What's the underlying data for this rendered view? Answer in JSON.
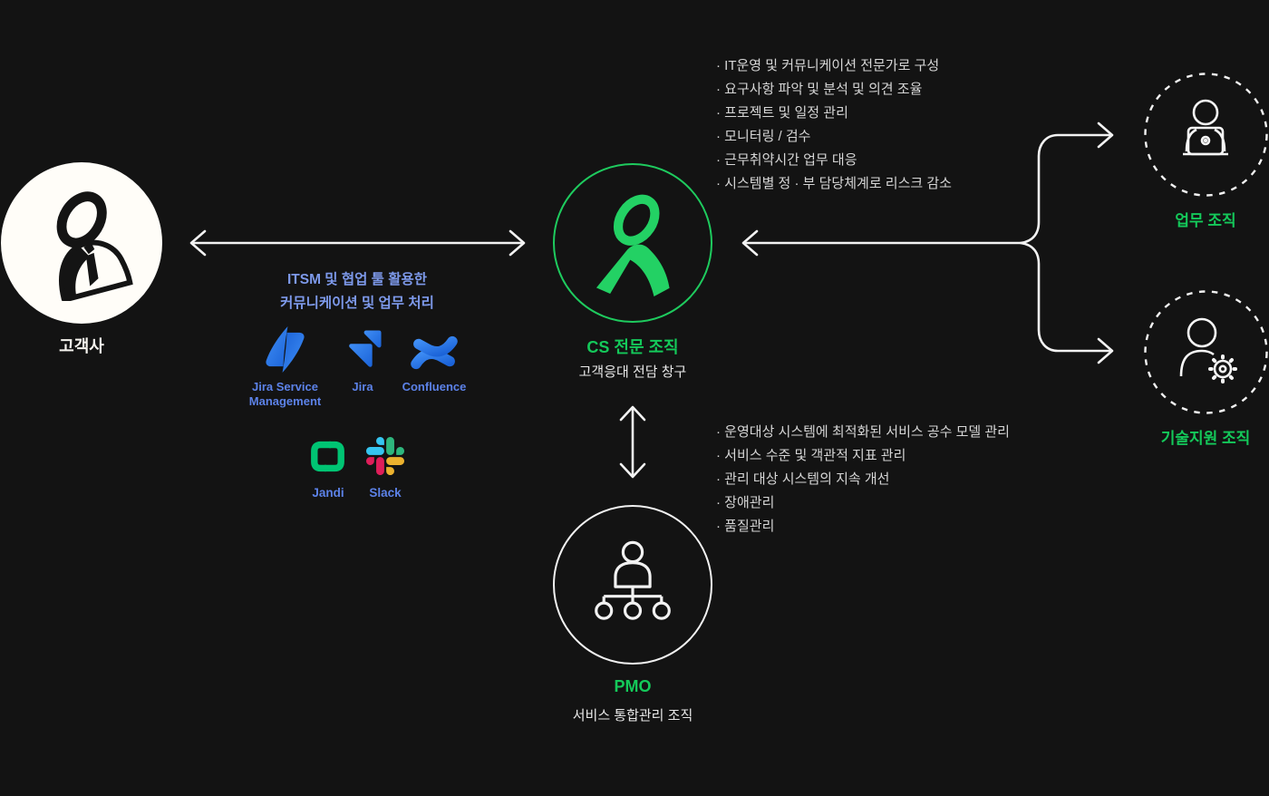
{
  "palette": {
    "background": "#131313",
    "accent_green": "#14c95a",
    "icon_green": "#23d164",
    "heading_blue": "#7d99ea",
    "tool_label_blue": "#5c82e8",
    "atlassian_blue": "#2684ff",
    "jandi_green": "#00c473",
    "slack_blue": "#36c5f0",
    "slack_green": "#2eb67d",
    "slack_yellow": "#ecb22e",
    "slack_red": "#e01e5a",
    "bullet_text": "#d6d6d6",
    "line_white": "#f2f2f2"
  },
  "nodes": {
    "customer": {
      "label": "고객사"
    },
    "cs": {
      "title": "CS 전문 조직",
      "subtitle": "고객응대 전담 창구"
    },
    "pmo": {
      "title": "PMO",
      "subtitle": "서비스 통합관리 조직"
    },
    "work_org": {
      "label": "업무 조직"
    },
    "tech_org": {
      "label": "기술지원 조직"
    }
  },
  "tools": {
    "heading_line1": "ITSM 및 협업 툴 활용한",
    "heading_line2": "커뮤니케이션 및 업무 처리",
    "items": [
      {
        "name": "Jira Service Management"
      },
      {
        "name": "Jira"
      },
      {
        "name": "Confluence"
      },
      {
        "name": "Jandi"
      },
      {
        "name": "Slack"
      }
    ]
  },
  "cs_roles": {
    "items": [
      "· IT운영 및 커뮤니케이션 전문가로 구성",
      "· 요구사항 파악 및 분석 및 의견 조율",
      "· 프로젝트 및 일정 관리",
      "· 모니터링 / 검수",
      "· 근무취약시간 업무 대응",
      "· 시스템별 정 · 부 담당체계로 리스크 감소"
    ]
  },
  "pmo_roles": {
    "items": [
      "· 운영대상 시스템에 최적화된 서비스 공수 모델 관리",
      "· 서비스 수준 및 객관적 지표 관리",
      "· 관리 대상 시스템의 지속 개선",
      "· 장애관리",
      "· 품질관리"
    ]
  }
}
